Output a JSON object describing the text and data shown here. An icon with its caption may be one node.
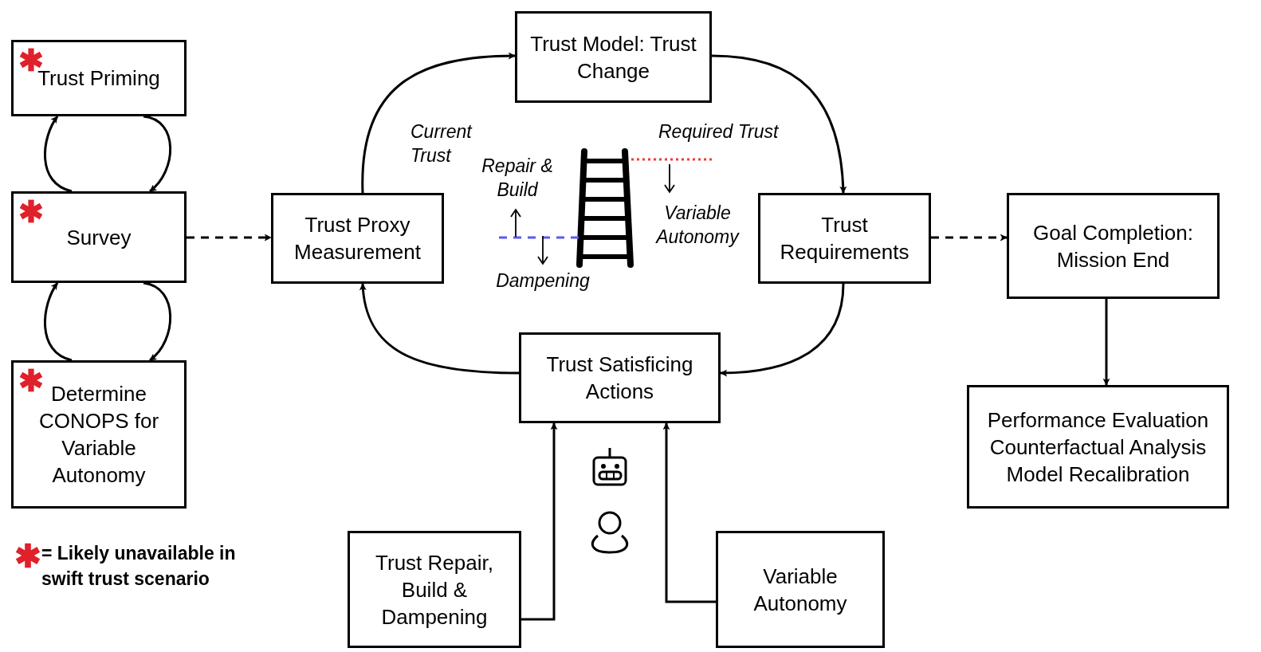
{
  "diagram": {
    "nodes": [
      {
        "text": [
          "Trust Priming"
        ]
      },
      {
        "text": [
          "Survey"
        ]
      },
      {
        "text": [
          "Determine CONOPS for Variable Autonomy"
        ]
      },
      {
        "text": [
          "Trust Proxy Measurement"
        ]
      },
      {
        "text": [
          "Trust Model: Trust Change"
        ]
      },
      {
        "text": [
          "Trust Requirements"
        ]
      },
      {
        "text": [
          "Goal Completion: Mission End"
        ]
      },
      {
        "text": [
          "Trust Satisficing Actions"
        ]
      },
      {
        "text": [
          "Performance Evaluation",
          "Counterfactual Analysis",
          "Model Recalibration"
        ]
      },
      {
        "text": [
          "Trust Repair, Build & Dampening"
        ]
      },
      {
        "text": [
          "Variable Autonomy"
        ]
      }
    ],
    "edges": [
      {
        "from": 0,
        "to": 1,
        "arrow": "to"
      },
      {
        "from": 1,
        "to": 0,
        "arrow": "to"
      },
      {
        "from": 1,
        "to": 2,
        "arrow": "to"
      },
      {
        "from": 2,
        "to": 1,
        "arrow": "to"
      },
      {
        "from": 1,
        "to": 3,
        "arrow": "to",
        "style": "dashed"
      },
      {
        "from": 3,
        "to": 4,
        "arrow": "to"
      },
      {
        "from": 4,
        "to": 5,
        "arrow": "to"
      },
      {
        "from": 5,
        "to": 7,
        "arrow": "to"
      },
      {
        "from": 7,
        "to": 3,
        "arrow": "to"
      },
      {
        "from": 5,
        "to": 6,
        "arrow": "to",
        "style": "dashed"
      },
      {
        "from": 6,
        "to": 8,
        "arrow": "to"
      },
      {
        "from": 9,
        "to": 7,
        "arrow": "to"
      },
      {
        "from": 10,
        "to": 7,
        "arrow": "to"
      }
    ],
    "labels": [
      "Current Trust",
      "Required Trust",
      "Repair & Build",
      "Variable Autonomy",
      "Dampening"
    ],
    "legend": [
      {
        "text": "= Likely unavailable in swift trust scenario"
      }
    ]
  }
}
